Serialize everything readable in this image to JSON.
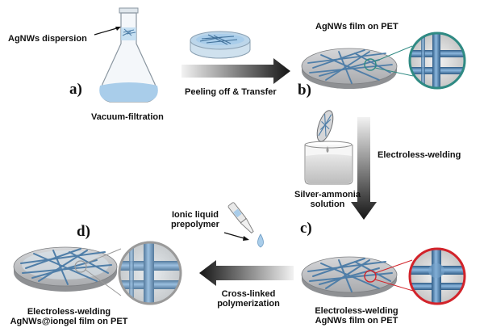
{
  "steps": {
    "a": "a)",
    "b": "b)",
    "c": "c)",
    "d": "d)"
  },
  "labels": {
    "agnws_dispersion": "AgNWs dispersion",
    "vacuum_filtration": "Vacuum-filtration",
    "film_on_pet": "AgNWs film on PET",
    "peeling_transfer": "Peeling off & Transfer",
    "electroless_welding": "Electroless-welding",
    "silver_ammonia": [
      "Silver-ammonia",
      "solution"
    ],
    "ionic_liquid": [
      "Ionic liquid",
      "prepolymer"
    ],
    "cross_linked": [
      "Cross-linked",
      "polymerization"
    ],
    "c_caption": [
      "Electroless-welding",
      "AgNWs film on PET"
    ],
    "d_caption": [
      "Electroless-welding",
      "AgNWs@iongel film on PET"
    ]
  },
  "colors": {
    "wire": "#4f7ea8",
    "pet": "#bfc0c2",
    "liquid": "#a9cdea",
    "zoom_b_ring": "#2f8a83",
    "zoom_c_ring": "#d2232a",
    "zoom_d_ring": "#9a9a9a",
    "arrow_dark": "#1a1a1a"
  }
}
